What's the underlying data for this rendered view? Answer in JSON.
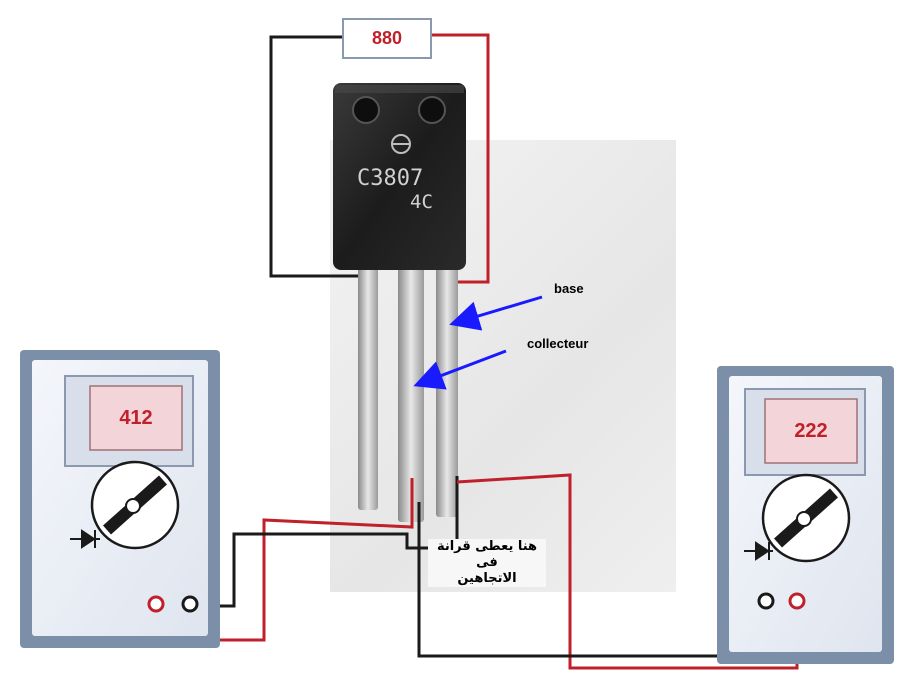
{
  "top_display": {
    "value": "880"
  },
  "left_meter": {
    "display": "412"
  },
  "right_meter": {
    "display": "222"
  },
  "transistor": {
    "marking_line1": "C3807",
    "marking_line2": "4C"
  },
  "annotations": {
    "base": "base",
    "collector": "collecteur",
    "arabic_line1": "هنا يعطى قرانة فى",
    "arabic_line2": "الاتجاهين"
  },
  "icons": {
    "diode": "diode-icon",
    "dial": "dial-icon",
    "probe": "probe-jack-icon"
  },
  "colors": {
    "wire_red": "#c0202a",
    "wire_black": "#1a1a1a",
    "arrow": "#1a1aff",
    "meter_frame": "#7c8fa8"
  }
}
